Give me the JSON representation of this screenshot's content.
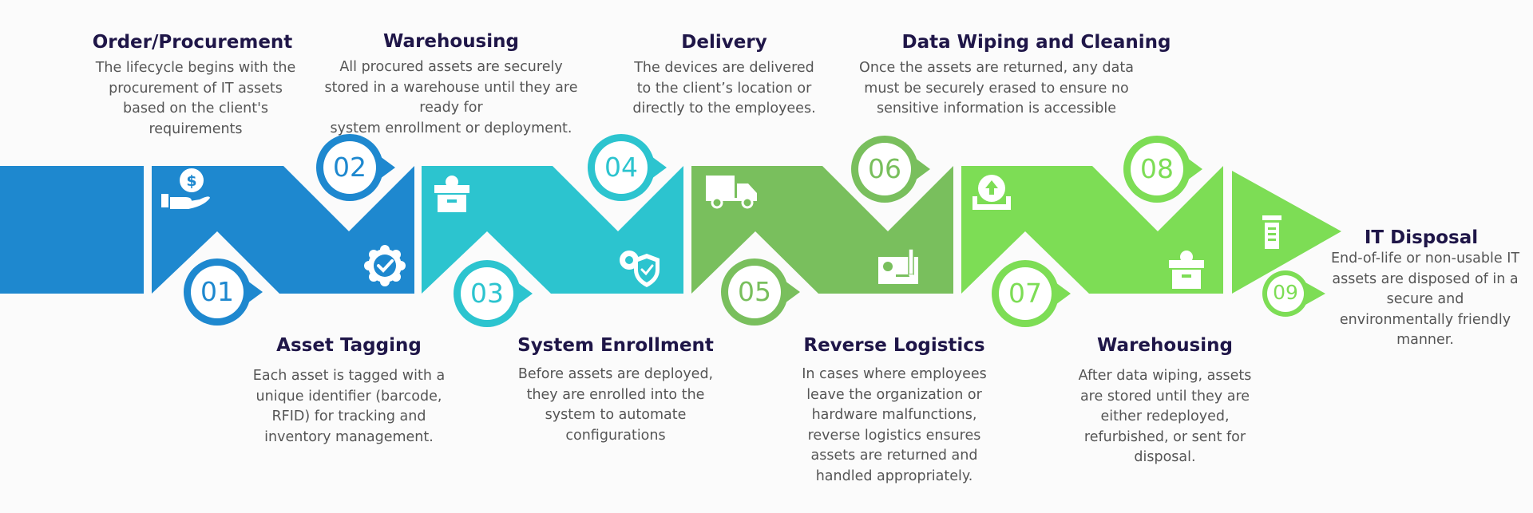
{
  "colors": {
    "blue": "#1e88cf",
    "teal": "#2cc4cf",
    "green": "#79bf5d",
    "lime": "#7ddd55",
    "title": "#1f1648",
    "body_text": "#555555"
  },
  "steps": [
    {
      "number": "01",
      "title": "Order/Procurement",
      "desc": [
        "The lifecycle begins with the",
        "procurement of IT assets",
        "based on the client's",
        "requirements"
      ],
      "icon": "dollar-hand-icon"
    },
    {
      "number": "02",
      "title": "Asset Tagging",
      "desc": [
        "Each asset is tagged with a",
        "unique identifier (barcode,",
        "RFID) for tracking and",
        "inventory management."
      ],
      "icon": "badge-check-icon"
    },
    {
      "number": "03",
      "title": "Warehousing",
      "desc": [
        "All procured assets are securely",
        "stored in a warehouse until they are",
        "ready for",
        "system enrollment or deployment."
      ],
      "icon": "box-gear-icon"
    },
    {
      "number": "04",
      "title": "System Enrollment",
      "desc": [
        "Before assets are deployed,",
        "they are enrolled into the",
        "system to automate",
        "configurations"
      ],
      "icon": "gear-shield-icon"
    },
    {
      "number": "05",
      "title": "Delivery",
      "desc": [
        "The devices are delivered",
        "to the client’s location or",
        "directly to the employees."
      ],
      "icon": "truck-icon"
    },
    {
      "number": "06",
      "title": "Reverse Logistics",
      "desc": [
        "In cases where employees",
        "leave the organization or",
        "hardware malfunctions,",
        "reverse logistics ensures",
        "assets are returned and",
        "handled appropriately."
      ],
      "icon": "blueprint-icon"
    },
    {
      "number": "07",
      "title": "Data Wiping and Cleaning",
      "desc": [
        "Once the assets are returned, any data",
        "must be securely erased to ensure no",
        "sensitive information is accessible"
      ],
      "icon": "upload-tray-icon"
    },
    {
      "number": "08",
      "title": "Warehousing",
      "desc": [
        "After data wiping, assets",
        "are stored until they are",
        "either redeployed,",
        "refurbished, or sent for",
        "disposal."
      ],
      "icon": "box-gear-icon"
    },
    {
      "number": "09",
      "title": "IT Disposal",
      "desc": [
        "End-of-life or non-usable IT",
        "assets are disposed of in a",
        "secure and",
        "environmentally friendly",
        "manner."
      ],
      "icon": "trash-icon"
    }
  ]
}
